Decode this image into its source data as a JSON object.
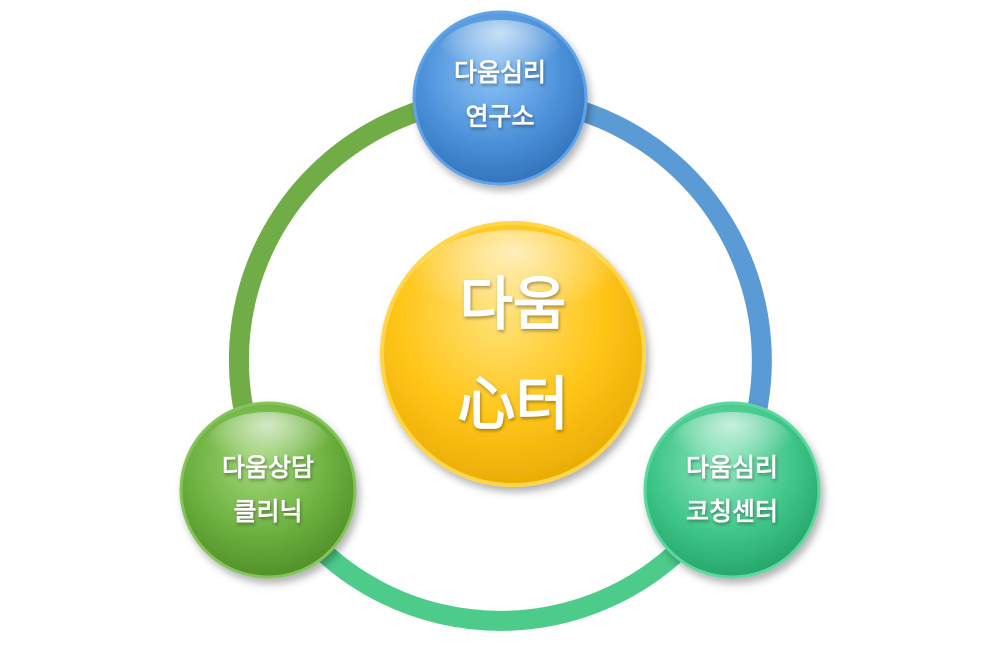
{
  "center": {
    "line1": "다움",
    "line2": "心터",
    "color": "#ffc61a"
  },
  "nodes": {
    "top": {
      "line1": "다움심리",
      "line2": "연구소",
      "color": "#4a90d9"
    },
    "left": {
      "line1": "다움상담",
      "line2": "클리닉",
      "color": "#6aaf3d"
    },
    "right": {
      "line1": "다움심리",
      "line2": "코칭센터",
      "color": "#3cc486"
    }
  },
  "ring_colors": {
    "top_right": "#5b9bd5",
    "left": "#70ad47",
    "bottom": "#4ccb8a"
  }
}
